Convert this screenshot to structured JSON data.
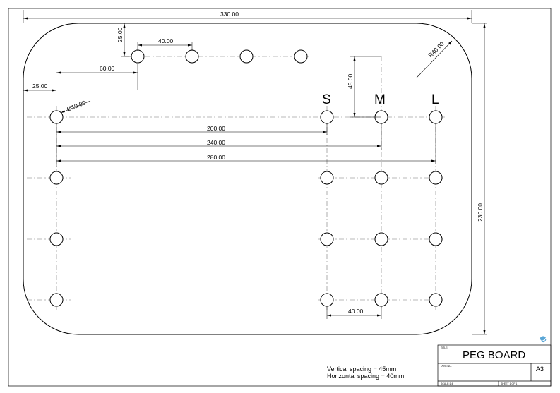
{
  "title_block": {
    "title_label": "TITLE:",
    "title": "PEG BOARD",
    "dwg_no_label": "DWG NO.",
    "size": "A3",
    "scale": "SCALE:1:4",
    "sheet": "SHEET 1 OF 1"
  },
  "notes": {
    "vertical_spacing": "Vertical spacing = 45mm",
    "horizontal_spacing": "Horizontal spacing = 40mm"
  },
  "peg_labels": {
    "small": "S",
    "medium": "M",
    "large": "L"
  },
  "dimensions": {
    "overall_width": "330.00",
    "overall_height": "230.00",
    "corner_radius": "R40.00",
    "top_row_offset": "25.00",
    "hole_pitch_top": "40.00",
    "first_top_hole_x": "60.00",
    "left_column_x": "25.00",
    "hole_diameter": "Ø10.00",
    "row_offset": "45.00",
    "s_column_x": "200.00",
    "m_column_x": "240.00",
    "l_column_x": "280.00",
    "bottom_pitch": "40.00"
  },
  "colors": {
    "line": "#000000",
    "centerline": "#777777",
    "background": "#ffffff"
  },
  "icons": {
    "corner_icon": "solidworks-logo-icon"
  }
}
